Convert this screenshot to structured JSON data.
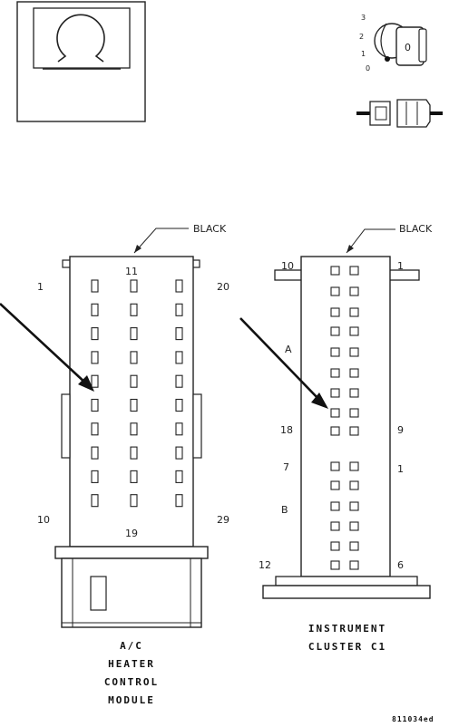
{
  "key_icon": {
    "positions": [
      "3",
      "2",
      "1",
      "0"
    ],
    "key_label": "0"
  },
  "left_connector": {
    "color_label": "BLACK",
    "pin_labels": {
      "top_left": "1",
      "top_center": "11",
      "top_right": "20",
      "bottom_left": "10",
      "bottom_center": "19",
      "bottom_right": "29"
    },
    "caption_lines": [
      "A/C",
      "HEATER",
      "CONTROL",
      "MODULE"
    ]
  },
  "right_connector": {
    "color_label": "BLACK",
    "pin_labels": {
      "top_left": "10",
      "top_right": "1",
      "mid_left": "18",
      "mid_right": "9",
      "lower_left": "7",
      "lower_right": "1",
      "bottom_left": "12",
      "bottom_right": "6"
    },
    "section_labels": {
      "a": "A",
      "b": "B"
    },
    "caption_lines": [
      "INSTRUMENT",
      "CLUSTER C1"
    ]
  },
  "figure_code": "811034ed"
}
